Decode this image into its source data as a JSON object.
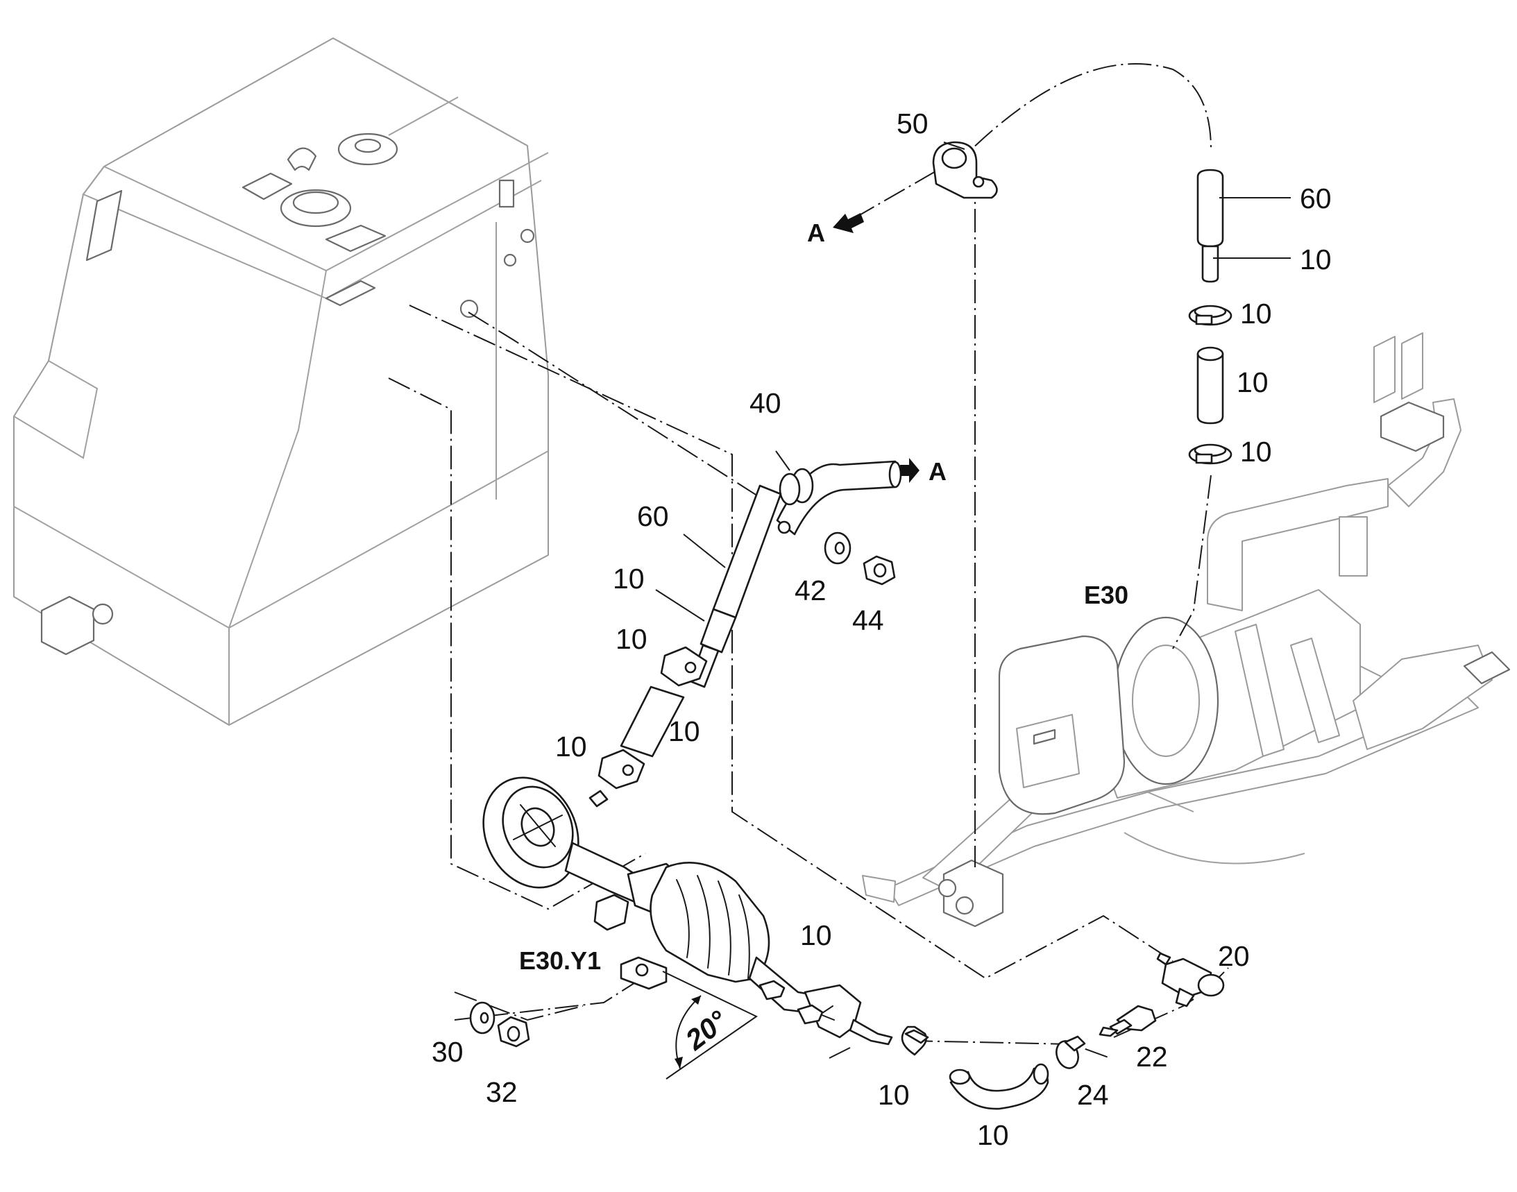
{
  "diagram": {
    "callouts": [
      {
        "id": "50",
        "text": "50"
      },
      {
        "id": "60_top",
        "text": "60"
      },
      {
        "id": "10_top_a",
        "text": "10"
      },
      {
        "id": "10_top_b",
        "text": "10"
      },
      {
        "id": "10_top_c",
        "text": "10"
      },
      {
        "id": "10_top_d",
        "text": "10"
      },
      {
        "id": "40",
        "text": "40"
      },
      {
        "id": "60_mid",
        "text": "60"
      },
      {
        "id": "10_mid_a",
        "text": "10"
      },
      {
        "id": "10_mid_b",
        "text": "10"
      },
      {
        "id": "10_mid_c",
        "text": "10"
      },
      {
        "id": "10_mid_d",
        "text": "10"
      },
      {
        "id": "42",
        "text": "42"
      },
      {
        "id": "44",
        "text": "44"
      },
      {
        "id": "10_pump",
        "text": "10"
      },
      {
        "id": "30",
        "text": "30"
      },
      {
        "id": "32",
        "text": "32"
      },
      {
        "id": "10_clip",
        "text": "10"
      },
      {
        "id": "10_hose",
        "text": "10"
      },
      {
        "id": "24",
        "text": "24"
      },
      {
        "id": "22",
        "text": "22"
      },
      {
        "id": "20",
        "text": "20"
      }
    ],
    "labels": {
      "heater": "E30",
      "pump": "E30.Y1",
      "angle": "20°",
      "arrow_a_left": "A",
      "arrow_a_right": "A"
    }
  }
}
